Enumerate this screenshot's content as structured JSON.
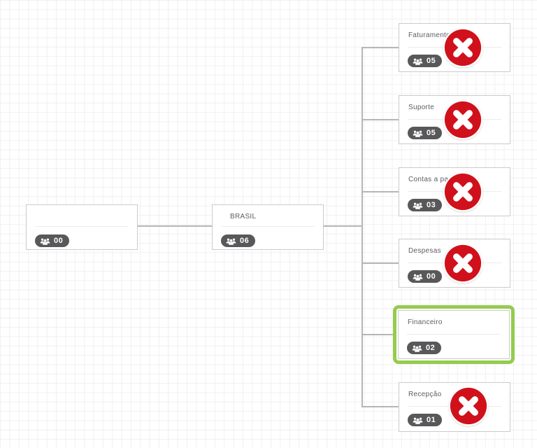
{
  "app": {
    "view": "organogram-editor",
    "colors": {
      "delete_red": "#d0111b",
      "selection_green": "#94cc4d",
      "badge_gray": "#58585a",
      "connector_gray": "#b6b6b6",
      "card_border": "#cbcbcb",
      "grid_line": "#f2eff2",
      "title_text": "#5c5c64"
    },
    "icons": {
      "members": "users-icon",
      "delete": "circle-x-icon"
    }
  },
  "nodes": [
    {
      "id": "root",
      "title": "",
      "count": "00",
      "has_delete": false,
      "selected": false
    },
    {
      "id": "brasil",
      "title": "BRASIL",
      "count": "06",
      "has_delete": false,
      "selected": false
    },
    {
      "id": "faturamento",
      "title": "Faturamento",
      "count": "05",
      "has_delete": true,
      "selected": false
    },
    {
      "id": "suporte",
      "title": "Suporte",
      "count": "05",
      "has_delete": true,
      "selected": false
    },
    {
      "id": "contas-a-pagar",
      "title": "Contas a pagar",
      "count": "03",
      "has_delete": true,
      "selected": false
    },
    {
      "id": "despesas",
      "title": "Despesas",
      "count": "00",
      "has_delete": true,
      "selected": false
    },
    {
      "id": "financeiro",
      "title": "Financeiro",
      "count": "02",
      "has_delete": false,
      "selected": true
    },
    {
      "id": "recepcao",
      "title": "Recepção",
      "count": "01",
      "has_delete": true,
      "selected": false
    }
  ]
}
